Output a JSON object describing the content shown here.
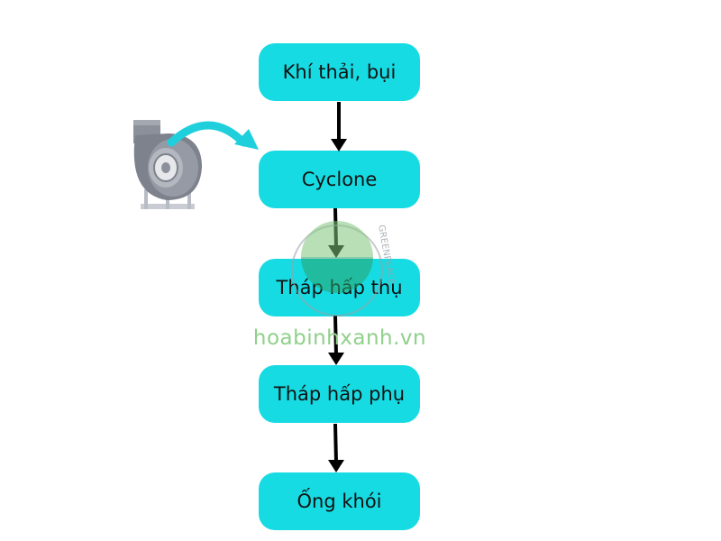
{
  "colors": {
    "node_fill": "#17dbe2",
    "arrow": "#000000",
    "fan_arrow": "#1fd0dc",
    "fan_body": "#7a7f8a",
    "watermark": "#8fd18a"
  },
  "flow": {
    "steps": [
      {
        "label": "Khí thải, bụi"
      },
      {
        "label": "Cyclone"
      },
      {
        "label": "Tháp hấp thụ"
      },
      {
        "label": "Tháp hấp phụ"
      },
      {
        "label": "Ống khói"
      }
    ]
  },
  "illustration": {
    "icon": "centrifugal-fan-icon"
  },
  "watermark": {
    "site": "hoabinhxanh.vn",
    "logo_text": "GREENPEACE"
  }
}
